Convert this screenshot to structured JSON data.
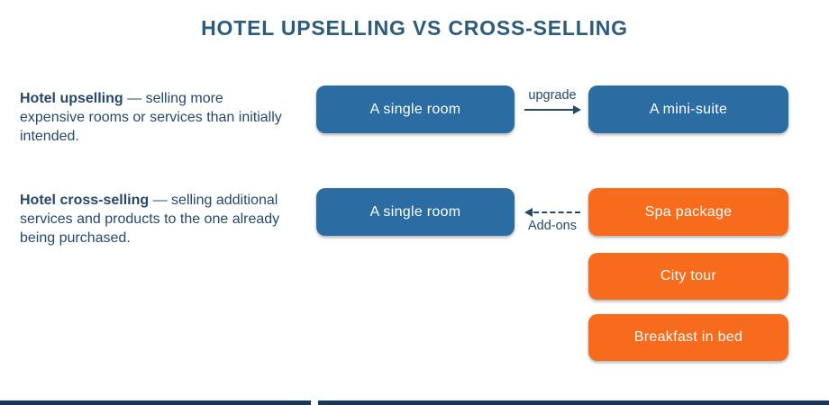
{
  "title": "HOTEL UPSELLING VS CROSS-SELLING",
  "colors": {
    "box_blue": "#2B6CA3",
    "box_orange": "#F76B1C",
    "text_navy": "#26486B",
    "title_blue": "#2B5C7E",
    "footer_navy": "#17375D"
  },
  "sections": {
    "upselling": {
      "term": "Hotel upselling",
      "definition": " — selling more expensive rooms or services than initially intended.",
      "from_box": "A single room",
      "arrow_label": "upgrade",
      "to_box": "A mini-suite"
    },
    "cross_selling": {
      "term": "Hotel cross-selling",
      "definition": " — selling additional services and products to the one already being purchased.",
      "base_box": "A single room",
      "arrow_label": "Add-ons",
      "addon_boxes": [
        "Spa package",
        "City tour",
        "Breakfast in bed"
      ]
    }
  }
}
